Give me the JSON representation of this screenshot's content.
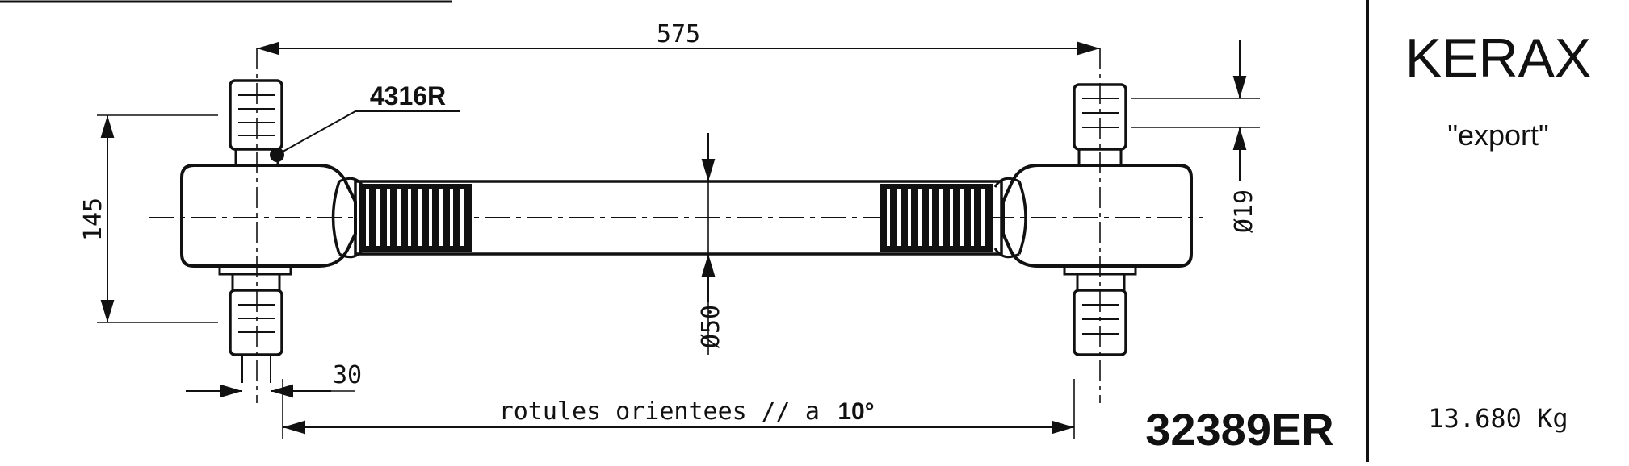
{
  "drawing": {
    "dimensions": {
      "length": "575",
      "height": "145",
      "offset": "30",
      "rod_diameter": "Ø50",
      "pin_diameter": "Ø19"
    },
    "callout_part": "4316R",
    "note": {
      "text": "rotules orientees // a",
      "angle": "10°"
    }
  },
  "title_block": {
    "model": "KERAX",
    "variant": "\"export\"",
    "part_number": "32389ER",
    "weight": "13.680 Kg"
  }
}
